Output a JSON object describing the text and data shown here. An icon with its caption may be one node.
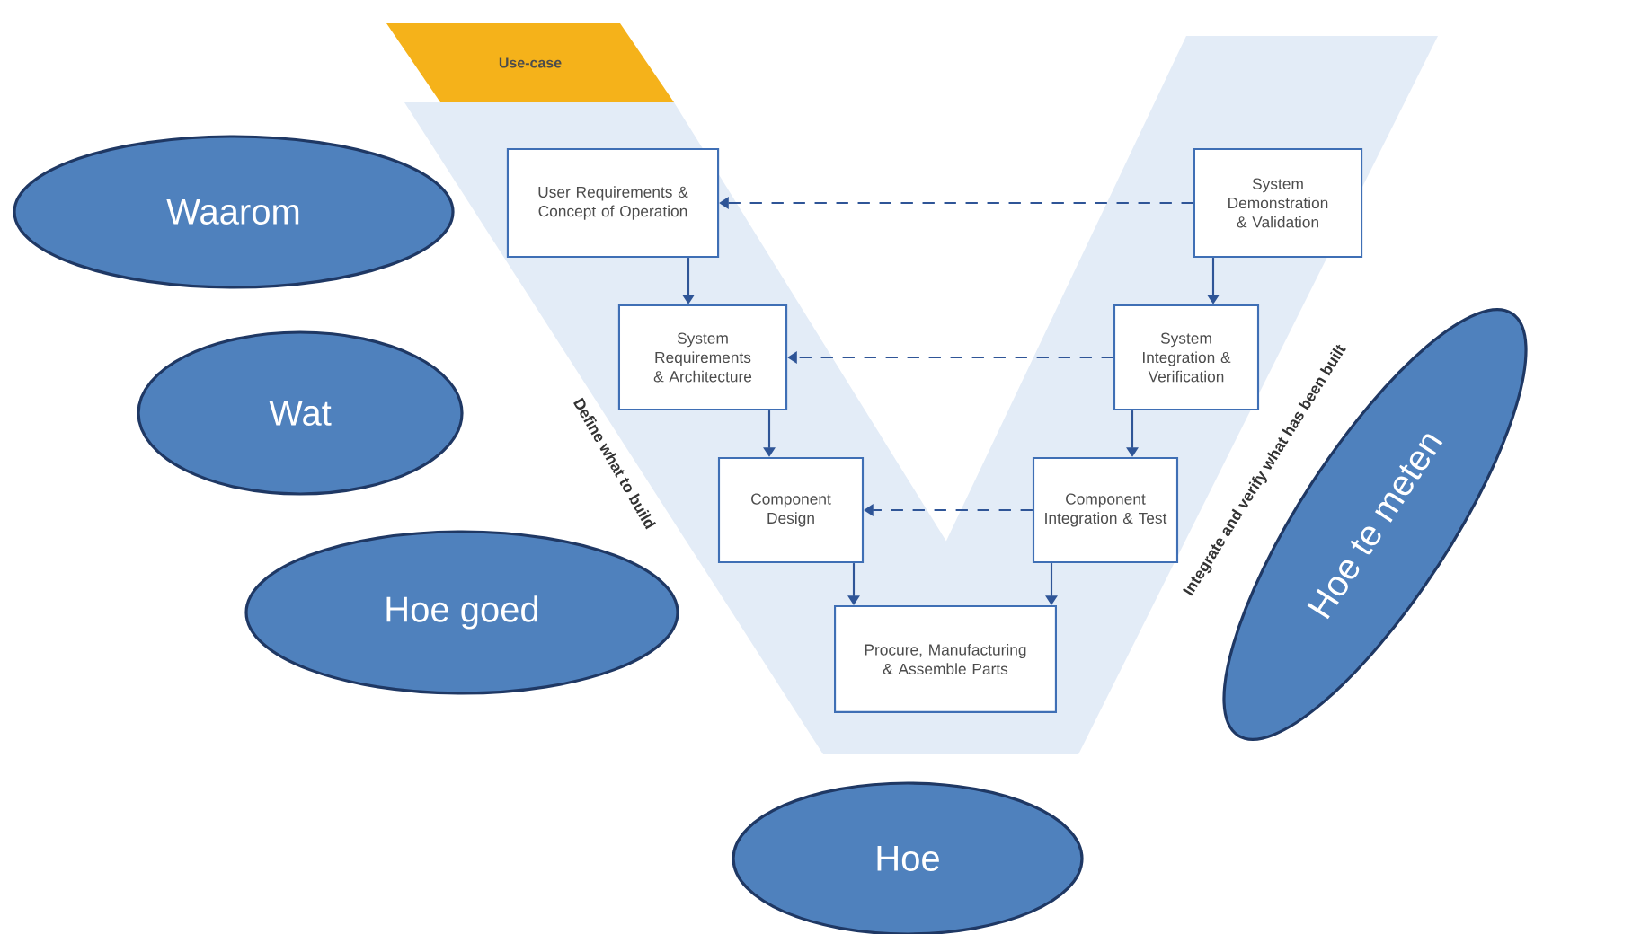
{
  "diagram": {
    "nodes": [
      {
        "text": [
          "Use-case"
        ]
      },
      {
        "text": [
          "User Requirements & Concept of Operation"
        ]
      },
      {
        "text": [
          "System Requirements & Architecture"
        ]
      },
      {
        "text": [
          "Component Design"
        ]
      },
      {
        "text": [
          "Procure, Manufacturing & Assemble Parts"
        ]
      },
      {
        "text": [
          "System Demonstration & Validation"
        ]
      },
      {
        "text": [
          "System Integration & Verification"
        ]
      },
      {
        "text": [
          "Component Integration & Test"
        ]
      },
      {
        "text": [
          "Waarom"
        ]
      },
      {
        "text": [
          "Wat"
        ]
      },
      {
        "text": [
          "Hoe goed"
        ]
      },
      {
        "text": [
          "Hoe"
        ]
      },
      {
        "text": [
          "Hoe te meten"
        ]
      }
    ],
    "edges": [
      {
        "from": 1,
        "to": 2,
        "arrow": "to"
      },
      {
        "from": 2,
        "to": 3,
        "arrow": "to"
      },
      {
        "from": 3,
        "to": 4,
        "arrow": "to"
      },
      {
        "from": 5,
        "to": 6,
        "arrow": "to"
      },
      {
        "from": 6,
        "to": 7,
        "arrow": "to"
      },
      {
        "from": 7,
        "to": 4,
        "arrow": "to"
      },
      {
        "from": 5,
        "to": 1,
        "arrow": "to",
        "style": "dashed"
      },
      {
        "from": 6,
        "to": 2,
        "arrow": "to",
        "style": "dashed"
      },
      {
        "from": 7,
        "to": 3,
        "arrow": "to",
        "style": "dashed"
      }
    ],
    "labels": [
      "Define what to build",
      "Integrate and verify what has been built"
    ]
  }
}
